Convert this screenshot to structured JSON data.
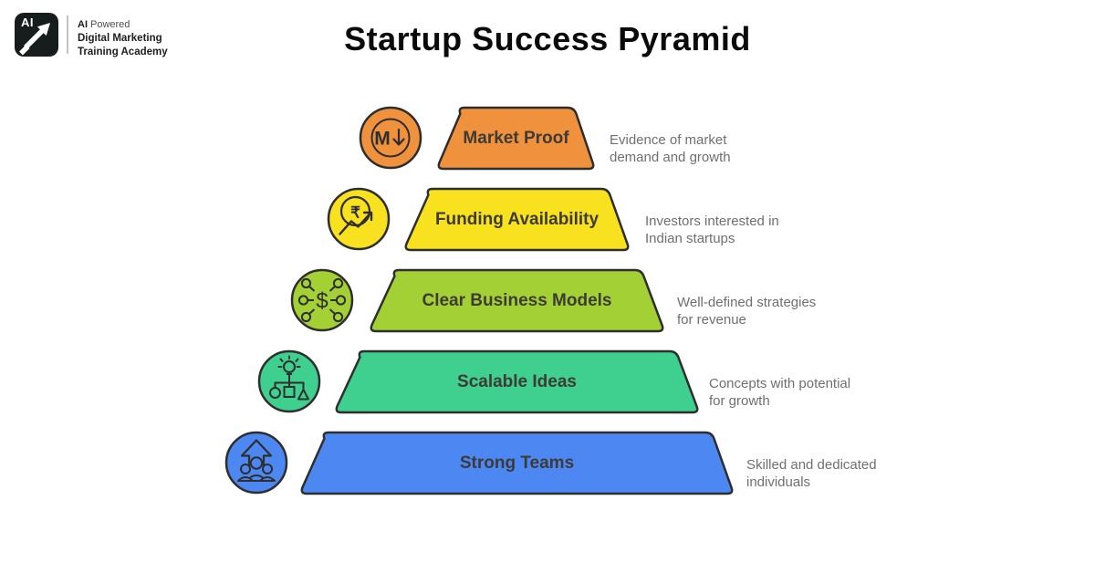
{
  "page": {
    "title": "Startup Success Pyramid",
    "background": "#ffffff"
  },
  "logo": {
    "badge_text": "AI",
    "tagline_bold": "AI",
    "tagline_rest": "Powered",
    "name_line1": "Digital Marketing",
    "name_line2": "Training Academy"
  },
  "pyramid": {
    "stroke_color": "#2e2e2e",
    "label_color": "#3e3b36",
    "description_color": "#6f6f6f",
    "tiers": [
      {
        "label": "Market Proof",
        "desc_line1": "Evidence of market",
        "desc_line2": "demand and growth",
        "color": "#F0913E",
        "icon": "m-down-arrow",
        "glyph": "M"
      },
      {
        "label": "Funding Availability",
        "desc_line1": "Investors interested in",
        "desc_line2": "Indian startups",
        "color": "#F8E11E",
        "icon": "rupee-trend",
        "glyph": "₹"
      },
      {
        "label": "Clear Business Models",
        "desc_line1": "Well-defined strategies",
        "desc_line2": "for revenue",
        "color": "#A3D135",
        "icon": "dollar-network",
        "glyph": "$"
      },
      {
        "label": "Scalable Ideas",
        "desc_line1": "Concepts with potential",
        "desc_line2": "for growth",
        "color": "#3FCF8E",
        "icon": "bulb-flowchart",
        "glyph": ""
      },
      {
        "label": "Strong Teams",
        "desc_line1": "Skilled and dedicated",
        "desc_line2": "individuals",
        "color": "#4D88F2",
        "icon": "team-up-arrow",
        "glyph": ""
      }
    ]
  }
}
